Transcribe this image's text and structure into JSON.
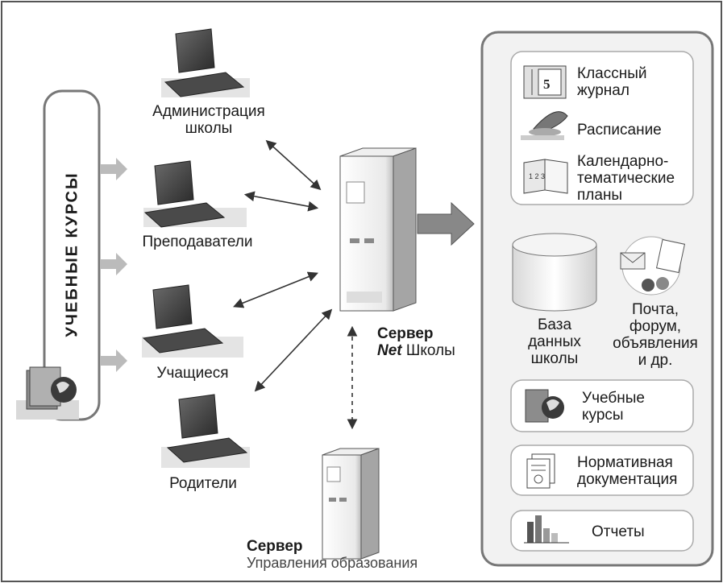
{
  "left_panel": {
    "label": "УЧЕБНЫЕ КУРСЫ"
  },
  "nodes": {
    "admin": {
      "line1": "Администрация",
      "line2": "школы"
    },
    "teachers": {
      "label": "Преподаватели"
    },
    "students": {
      "label": "Учащиеся"
    },
    "parents": {
      "label": "Родители"
    }
  },
  "server_main": {
    "line1": "Сервер",
    "line2_italic": "Net",
    "line2_rest": " Школы"
  },
  "server_edu": {
    "line1": "Сервер",
    "line2": "Управления образования"
  },
  "right_panel": {
    "journal": {
      "line1": "Классный",
      "line2": "журнал"
    },
    "schedule": {
      "label": "Расписание"
    },
    "plans": {
      "line1": "Календарно-",
      "line2": "тематические",
      "line3": "планы"
    },
    "database": {
      "line1": "База",
      "line2": "данных",
      "line3": "школы"
    },
    "mail": {
      "line1": "Почта,",
      "line2": "форум,",
      "line3": "объявления",
      "line4": "и др."
    },
    "courses": {
      "line1": "Учебные",
      "line2": "курсы"
    },
    "docs": {
      "line1": "Нормативная",
      "line2": "документация"
    },
    "reports": {
      "label": "Отчеты"
    }
  },
  "icons": {
    "journal_number": "5",
    "plans_numbers": "1 2 3"
  }
}
